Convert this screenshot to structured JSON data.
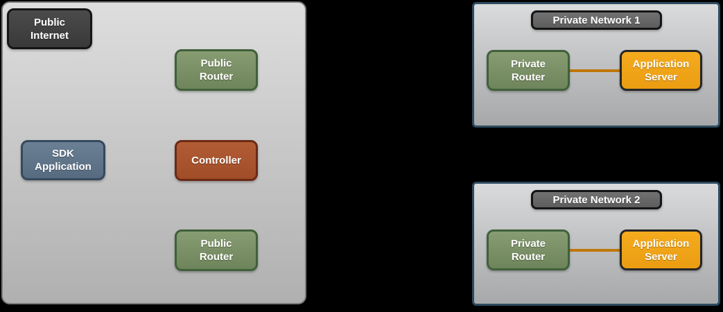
{
  "diagram": {
    "public_zone": {
      "public_internet_label": "Public\nInternet",
      "public_router_top_label": "Public\nRouter",
      "sdk_application_label": "SDK\nApplication",
      "controller_label": "Controller",
      "public_router_bottom_label": "Public\nRouter"
    },
    "networks": [
      {
        "title": "Private Network 1",
        "private_router_label": "Private\nRouter",
        "application_server_label": "Application\nServer"
      },
      {
        "title": "Private Network 2",
        "private_router_label": "Private\nRouter",
        "application_server_label": "Application\nServer"
      }
    ],
    "colors": {
      "background": "#000000",
      "public_zone_fill_top": "#dedede",
      "public_zone_fill_bottom": "#b0b0b0",
      "public_zone_border": "#7b7b7b",
      "private_network_border": "#2d4b61",
      "dark_node": "#414141",
      "title_node": "#676767",
      "green_node": "#7b9168",
      "slate_node": "#617487",
      "rust_node": "#a9542e",
      "orange_node": "#f0a41b",
      "connector_line": "#bf7708",
      "label_text": "#ffffff"
    }
  }
}
